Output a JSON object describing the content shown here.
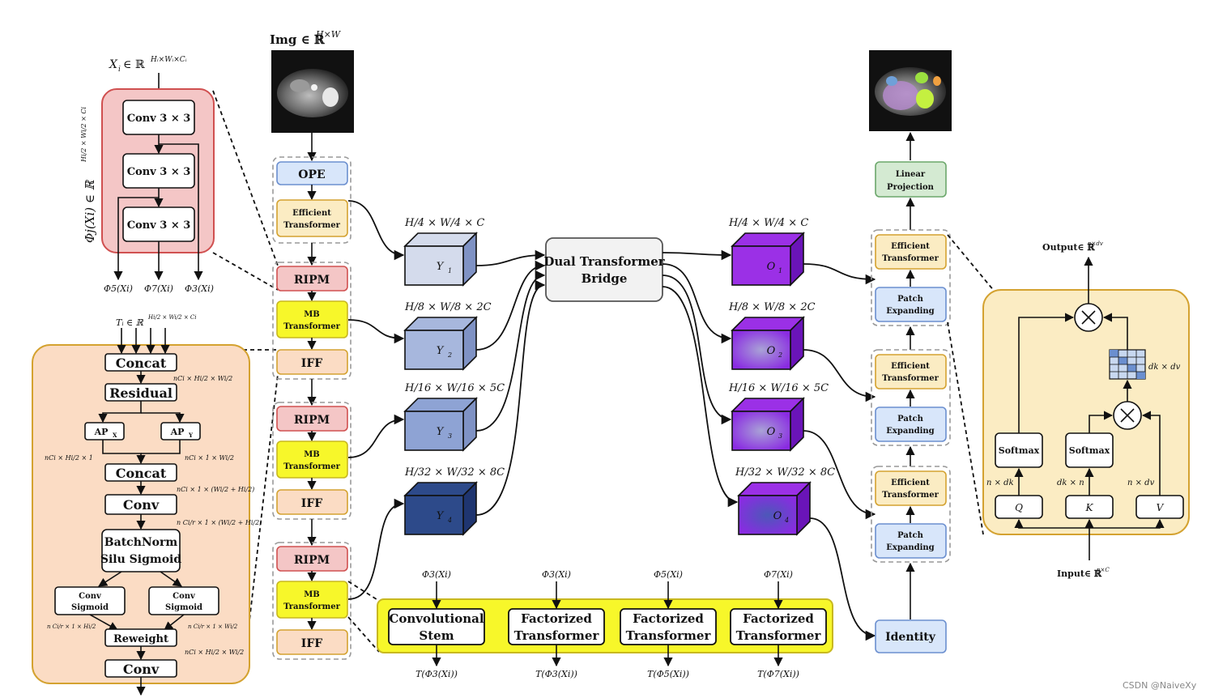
{
  "input": {
    "label": "Img ∈ ℝ",
    "sup": "H×W"
  },
  "output_image": {
    "name": "segmentation-output"
  },
  "conv_block": {
    "input_label": "X",
    "input_sub": "i",
    "input_rest": " ∈ ℝ",
    "input_sup": "Hᵢ×Wᵢ×Cᵢ",
    "side_label": "Φj(Xi) ∈ ℝ",
    "side_sup": "Hi/2 × Wi/2 × Ci",
    "convs": [
      "Conv  3 × 3",
      "Conv  3 × 3",
      "Conv  3 × 3"
    ],
    "outputs": [
      "Φ5(Xi)",
      "Φ7(Xi)",
      "Φ3(Xi)"
    ]
  },
  "iff_block": {
    "input_label": "Tᵢ ∈ ℝ",
    "input_sup": "Hi/2 × Wi/2 × Ci",
    "concat1": "Concat",
    "residual": "Residual",
    "apx": "AP",
    "apx_sub": "X",
    "apy": "AP",
    "apy_sub": "Y",
    "concat2": "Concat",
    "conv1": "Conv",
    "bn_line1": "BatchNorm",
    "bn_line2": "Silu Sigmoid",
    "conv_sig_left": [
      "Conv",
      "Sigmoid"
    ],
    "conv_sig_right": [
      "Conv",
      "Sigmoid"
    ],
    "reweight": "Reweight",
    "conv2": "Conv",
    "dims": {
      "d1": "nCi × Hi/2 × Wi/2",
      "d2": "nCi × Hi/2 × 1",
      "d3": "nCi × 1 × Wi/2",
      "d4": "nCi × 1 × (Wi/2 + Hi/2)",
      "d5": "n Ci/r × 1 × (Wi/2 + Hi/2)",
      "d6": "n Ci/r × 1 × Hi/2",
      "d7": "n Ci/r × 1 × Wi/2",
      "d8": "nCi × Hi/2 × Wi/2"
    }
  },
  "encoder": {
    "ope": "OPE",
    "eff": [
      "Efficient",
      "Transformer"
    ],
    "stages": [
      {
        "ripm": "RIPM",
        "mb": [
          "MB",
          "Transformer"
        ],
        "iff": "IFF"
      },
      {
        "ripm": "RIPM",
        "mb": [
          "MB",
          "Transformer"
        ],
        "iff": "IFF"
      },
      {
        "ripm": "RIPM",
        "mb": [
          "MB",
          "Transformer"
        ],
        "iff": "IFF"
      }
    ]
  },
  "features_y": [
    {
      "label": "Y",
      "sub": "1",
      "dim": "H/4 × W/4 × C",
      "color": "#d4dbec"
    },
    {
      "label": "Y",
      "sub": "2",
      "dim": "H/8 × W/8 × 2C",
      "color": "#a7b7dd"
    },
    {
      "label": "Y",
      "sub": "3",
      "dim": "H/16 × W/16 × 5C",
      "color": "#8ea3d4"
    },
    {
      "label": "Y",
      "sub": "4",
      "dim": "H/32 × W/32 × 8C",
      "color": "#2d4a8a"
    }
  ],
  "features_o": [
    {
      "label": "O",
      "sub": "1",
      "dim": "H/4 × W/4 × C"
    },
    {
      "label": "O",
      "sub": "2",
      "dim": "H/8 × W/8 × 2C"
    },
    {
      "label": "O",
      "sub": "3",
      "dim": "H/16 × W/16 × 5C"
    },
    {
      "label": "O",
      "sub": "4",
      "dim": "H/32 × W/32 × 8C"
    }
  ],
  "bridge": [
    "Dual Transformer",
    "Bridge"
  ],
  "decoder": {
    "linear": [
      "Linear",
      "Projection"
    ],
    "eff": [
      "Efficient",
      "Transformer"
    ],
    "patch": [
      "Patch",
      "Expanding"
    ],
    "identity": "Identity"
  },
  "stem_row": {
    "inputs": [
      "Φ3(Xi)",
      "Φ3(Xi)",
      "Φ5(Xi)",
      "Φ7(Xi)"
    ],
    "blocks": [
      [
        "Convolutional",
        "Stem"
      ],
      [
        "Factorized",
        "Transformer"
      ],
      [
        "Factorized",
        "Transformer"
      ],
      [
        "Factorized",
        "Transformer"
      ]
    ],
    "outputs": [
      "T(Φ3(Xi))",
      "T(Φ3(Xi))",
      "T(Φ5(Xi))",
      "T(Φ7(Xi))"
    ]
  },
  "attention": {
    "output": "Output∈ ℝ",
    "output_sup": "n×dv",
    "input": "Input∈ ℝ",
    "input_sup": "n×C",
    "softmax1": "Softmax",
    "softmax2": "Softmax",
    "q": "Q",
    "k": "K",
    "v": "V",
    "dim_q": "n × dk",
    "dim_k": "dk × n",
    "dim_v": "n × dv",
    "dim_grid": "dk × dv"
  },
  "watermark": "CSDN @NaiveXy"
}
